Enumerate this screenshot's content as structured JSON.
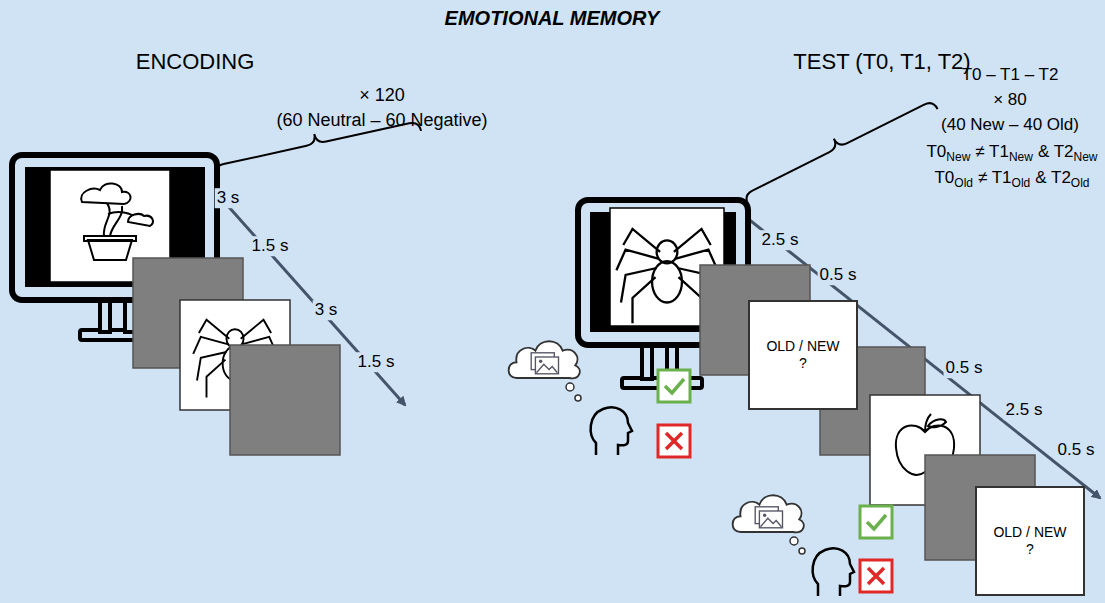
{
  "diagram": {
    "title": "EMOTIONAL MEMORY",
    "nodes": [
      {
        "text": [
          "OLD / NEW ?"
        ]
      },
      {
        "text": [
          "OLD / NEW ?"
        ]
      }
    ],
    "labels": [
      "ENCODING",
      "TEST (T0, T1, T2)",
      "× 120",
      "(60 Neutral – 60 Negative)",
      "3 s",
      "1.5 s",
      "3 s",
      "1.5 s",
      "T0 – T1 – T2",
      "× 80",
      "(40 New – 40 Old)",
      "T0",
      "New",
      "≠ T1",
      "New",
      "& T2",
      "New",
      "T0",
      "Old",
      "≠ T1",
      "Old",
      "& T2",
      "Old",
      "2.5 s",
      "0.5 s",
      "0.5 s",
      "2.5 s",
      "0.5 s"
    ]
  }
}
